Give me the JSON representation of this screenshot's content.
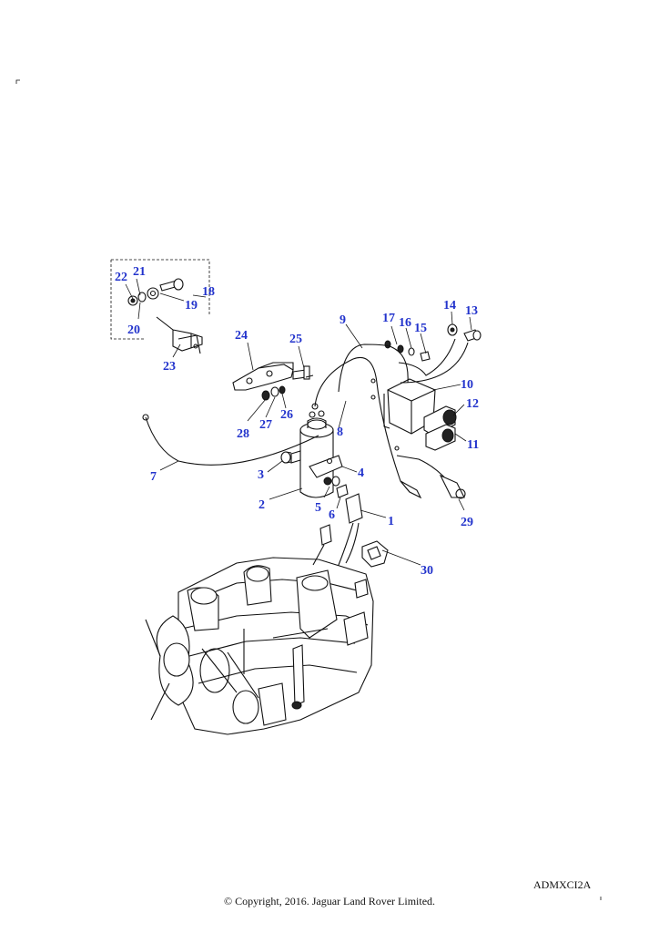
{
  "drawing_code": "ADMXCI2A",
  "copyright": "© Copyright, 2016. Jaguar Land Rover Limited.",
  "callouts": [
    "1",
    "2",
    "3",
    "4",
    "5",
    "6",
    "7",
    "8",
    "9",
    "10",
    "11",
    "12",
    "13",
    "14",
    "15",
    "16",
    "17",
    "18",
    "19",
    "20",
    "21",
    "22",
    "23",
    "24",
    "25",
    "26",
    "27",
    "28",
    "29",
    "30"
  ]
}
